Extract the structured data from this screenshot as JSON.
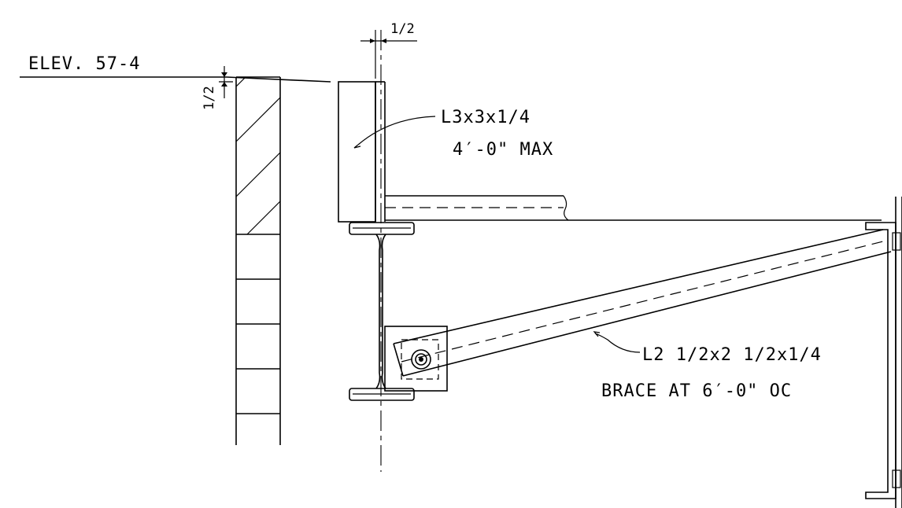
{
  "labels": {
    "elevation": "ELEV. 57-4",
    "dim_top": "1/2",
    "dim_side": "1/2",
    "angle_top_size": "L3x3x1/4",
    "angle_top_length": "4′-0\" MAX",
    "brace_size": "L2 1/2x2 1/2x1/4",
    "brace_spacing": "BRACE AT 6′-0\" OC"
  },
  "colors": {
    "line": "#000000",
    "background": "#ffffff"
  }
}
